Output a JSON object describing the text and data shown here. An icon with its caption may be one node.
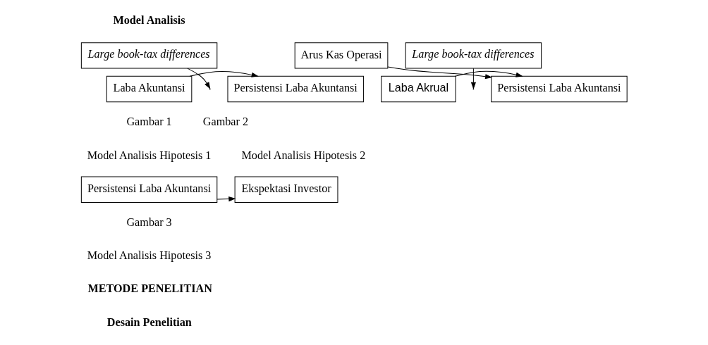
{
  "diagram": {
    "nodes": [
      {
        "text": [
          "Laba Akuntansi"
        ]
      },
      {
        "text": [
          "Large book-tax differences"
        ]
      },
      {
        "text": [
          "Persistensi Laba Akuntansi"
        ]
      },
      {
        "text": [
          "Arus Kas Operasi"
        ]
      },
      {
        "text": [
          "Laba Akrual"
        ]
      },
      {
        "text": [
          "Large book-tax differences"
        ]
      },
      {
        "text": [
          "Persistensi Laba Akuntansi"
        ]
      },
      {
        "text": [
          "Persistensi Laba Akuntansi"
        ]
      },
      {
        "text": [
          "Ekspektasi Investor"
        ]
      }
    ],
    "edges": [
      {
        "from": 0,
        "to": 2,
        "arrow": "to"
      },
      {
        "from": 1,
        "to": null,
        "arrow": "to"
      },
      {
        "from": 3,
        "to": 6,
        "arrow": "to"
      },
      {
        "from": 4,
        "to": 6,
        "arrow": "to"
      },
      {
        "from": 5,
        "to": null,
        "arrow": "to"
      },
      {
        "from": 7,
        "to": 8,
        "arrow": "to"
      }
    ],
    "labels": [
      "Model Analisis",
      "Gambar 1",
      "Model Analisis Hipotesis 1",
      "Gambar 2",
      "Model Analisis Hipotesis 2",
      "Gambar 3",
      "Model Analisis Hipotesis 3",
      "METODE PENELITIAN",
      "Desain Penelitian"
    ]
  }
}
